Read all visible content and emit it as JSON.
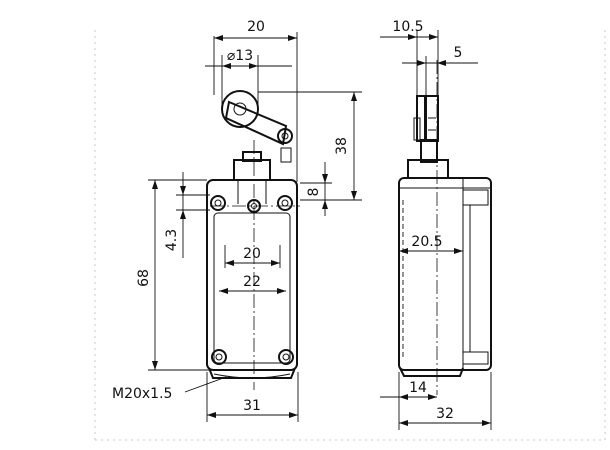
{
  "drawing": {
    "front_view": {
      "width": "20",
      "roller_diameter": "⌀13",
      "lever_height": "38",
      "mount_offset": "8",
      "hole_offset": "4.3",
      "height": "68",
      "inner_width_top": "20",
      "inner_width_bottom": "22",
      "thread": "M20x1.5",
      "base_width": "31"
    },
    "side_view": {
      "roller_width": "10.5",
      "roller_offset": "5",
      "mid_depth": "20.5",
      "base_offset": "14",
      "depth": "32"
    }
  }
}
